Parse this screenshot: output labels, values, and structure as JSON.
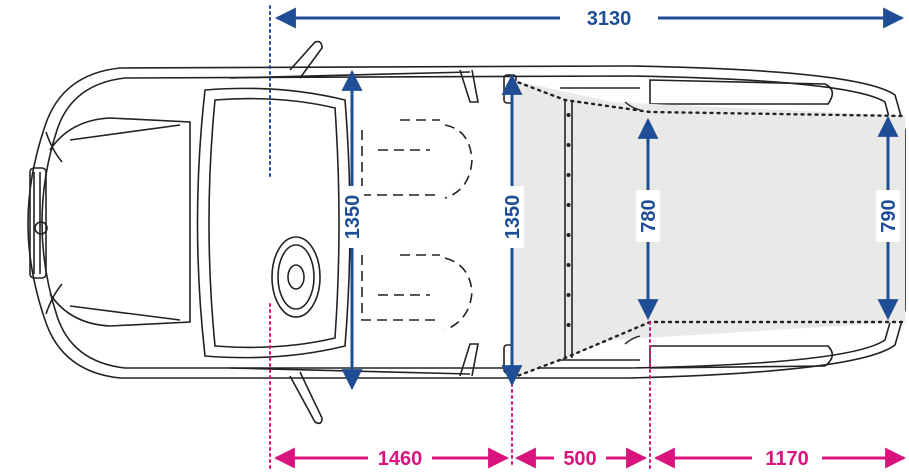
{
  "colors": {
    "dimension_blue": "#1f4e96",
    "dimension_magenta": "#d9147d",
    "outline": "#222222",
    "cargo_fill": "#e9eae8"
  },
  "dimensions": {
    "overall_length": "3130",
    "seat_row_height": "1350",
    "cargo_start_height": "1350",
    "cargo_mid_width": "780",
    "cargo_end_width": "790",
    "front_section": "1460",
    "middle_section": "500",
    "rear_section": "1170"
  }
}
